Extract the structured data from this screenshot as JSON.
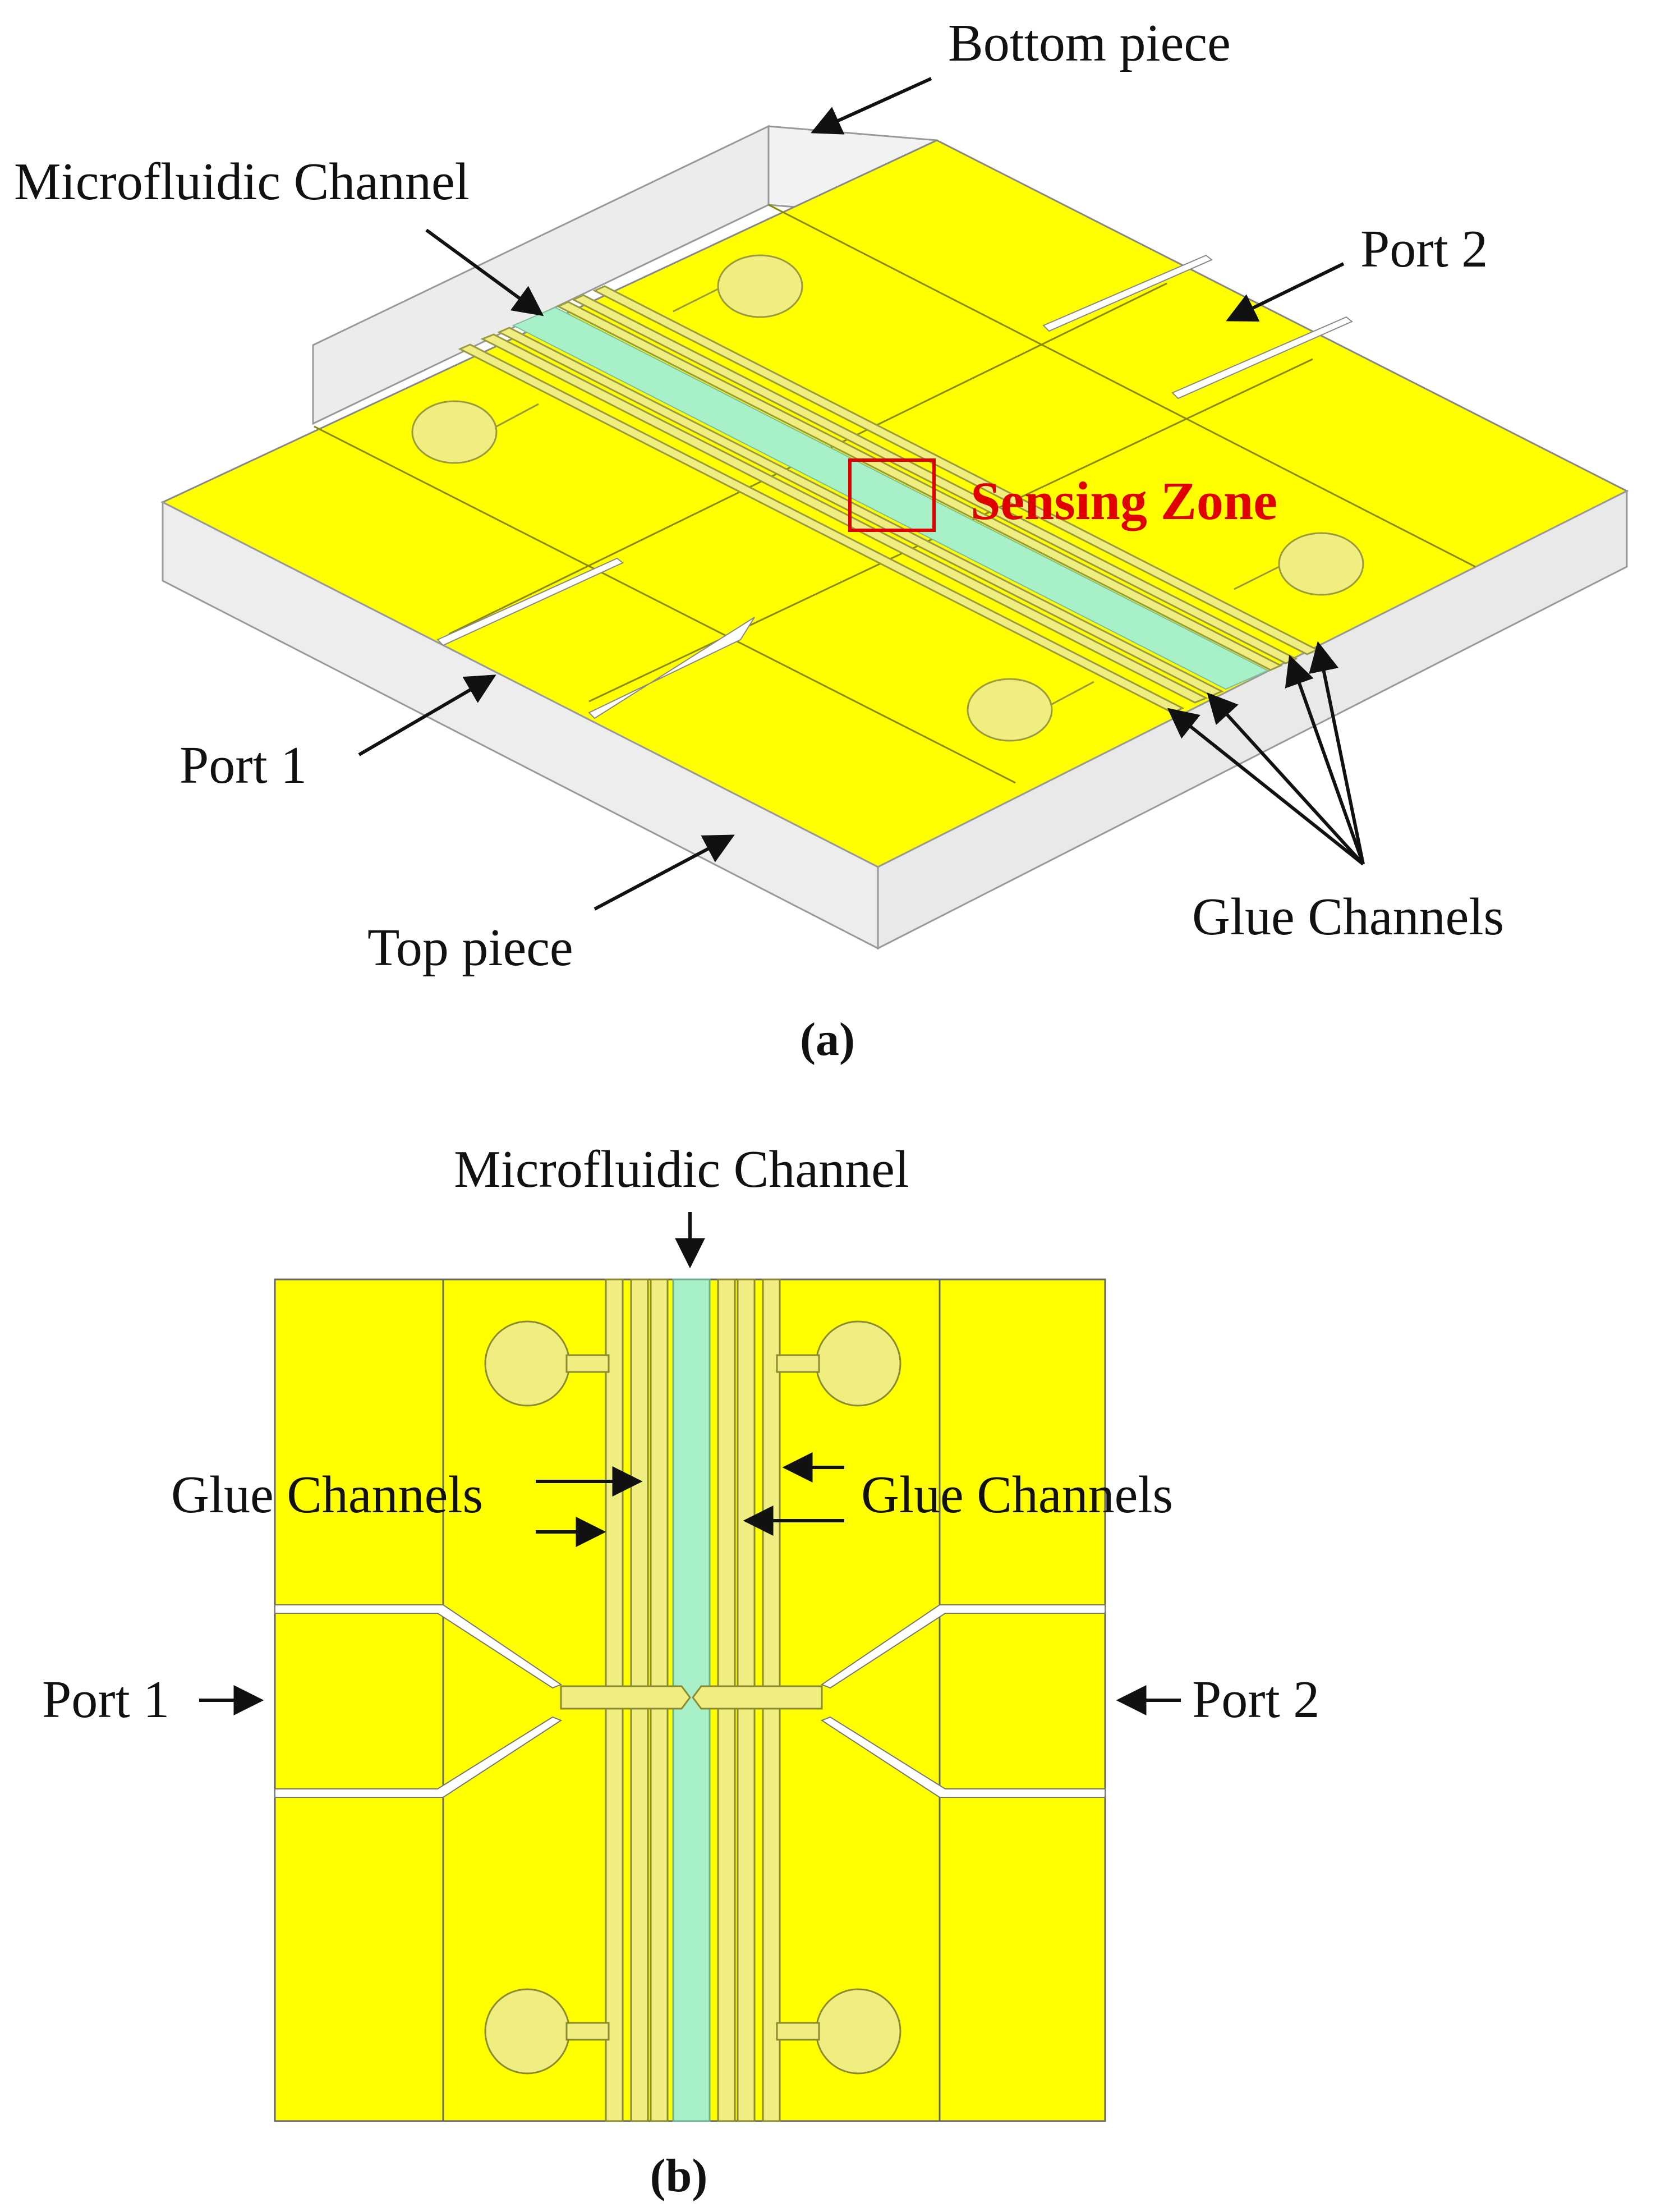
{
  "panel_a": {
    "caption": "(a)",
    "labels": {
      "bottom_piece": "Bottom piece",
      "microfluidic_channel": "Microfluidic Channel",
      "port2": "Port 2",
      "sensing_zone": "Sensing Zone",
      "port1": "Port 1",
      "top_piece": "Top piece",
      "glue_channels": "Glue Channels"
    }
  },
  "panel_b": {
    "caption": "(b)",
    "labels": {
      "microfluidic_channel": "Microfluidic Channel",
      "glue_channels_left": "Glue Channels",
      "glue_channels_right": "Glue Channels",
      "port1": "Port 1",
      "port2": "Port 2"
    }
  },
  "colors": {
    "substrate": "#ffff00",
    "electrode_track": "#f0ee80",
    "microfluidic_channel": "#a8f0c8",
    "glass": "#e8e8e8",
    "sensing_zone": "#e00000"
  }
}
